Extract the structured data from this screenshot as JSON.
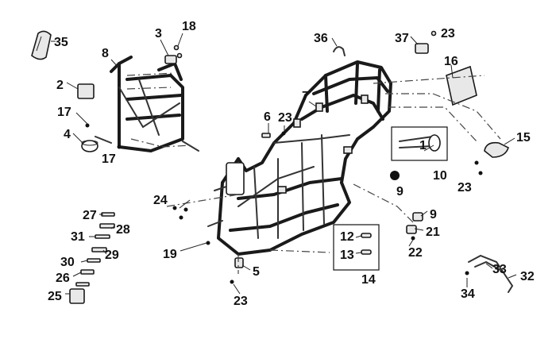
{
  "callouts": {
    "c1": "1",
    "c2": "2",
    "c3": "3",
    "c4": "4",
    "c5": "5",
    "c6": "6",
    "c7": "7",
    "c8": "8",
    "c9a": "9",
    "c9b": "9",
    "c10": "10",
    "c12": "12",
    "c13": "13",
    "c14": "14",
    "c15": "15",
    "c16": "16",
    "c17a": "17",
    "c17b": "17",
    "c18": "18",
    "c19": "19",
    "c21": "21",
    "c22": "22",
    "c23a": "23",
    "c23b": "23",
    "c23c": "23",
    "c23d": "23",
    "c24": "24",
    "c25": "25",
    "c26": "26",
    "c27": "27",
    "c28": "28",
    "c29": "29",
    "c30": "30",
    "c31": "31",
    "c32": "32",
    "c33": "33",
    "c34": "34",
    "c35": "35",
    "c36": "36",
    "c37": "37"
  }
}
